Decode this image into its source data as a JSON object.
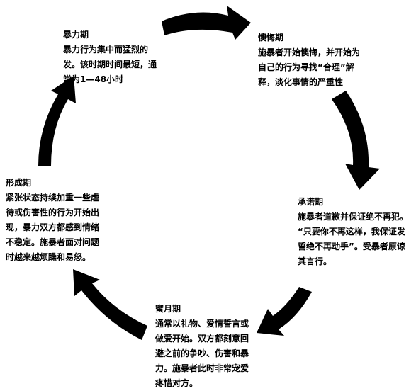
{
  "colors": {
    "arrow": "#000000",
    "text": "#000000",
    "background": "#ffffff"
  },
  "stages": [
    {
      "id": "violence",
      "title": "暴力期",
      "lines": [
        "暴力行为集中而猛烈的",
        "发。该时期时间最短，通",
        "常为1—48小时"
      ]
    },
    {
      "id": "remorse",
      "title": "懊悔期",
      "lines": [
        "施暴者开始懊悔，并开始为",
        "自己的行为寻找“合理”解",
        "释，淡化事情的严重性"
      ]
    },
    {
      "id": "promise",
      "title": "承诺期",
      "lines": [
        "施暴者道歉并保证绝不再犯。",
        "“只要你不再这样，我保证发",
        "誓绝不再动手”。受暴者原谅",
        "其言行。"
      ]
    },
    {
      "id": "honeymoon",
      "title": "蜜月期",
      "lines": [
        "通常以礼物、爱情誓言或",
        "做爱开始。双方都刻意回",
        "避之前的争吵、伤害和暴",
        "力。施暴者此时非常宠爱",
        "疼惜对方。"
      ]
    },
    {
      "id": "tension",
      "title": "形成期",
      "lines": [
        "紧张状态持续加重一些虐",
        "待或伤害性的行为开始出",
        "现，暴力双方都感到情绪",
        "不稳定。施暴者面对问题",
        "时越来越烦躁和易怒。"
      ]
    }
  ]
}
